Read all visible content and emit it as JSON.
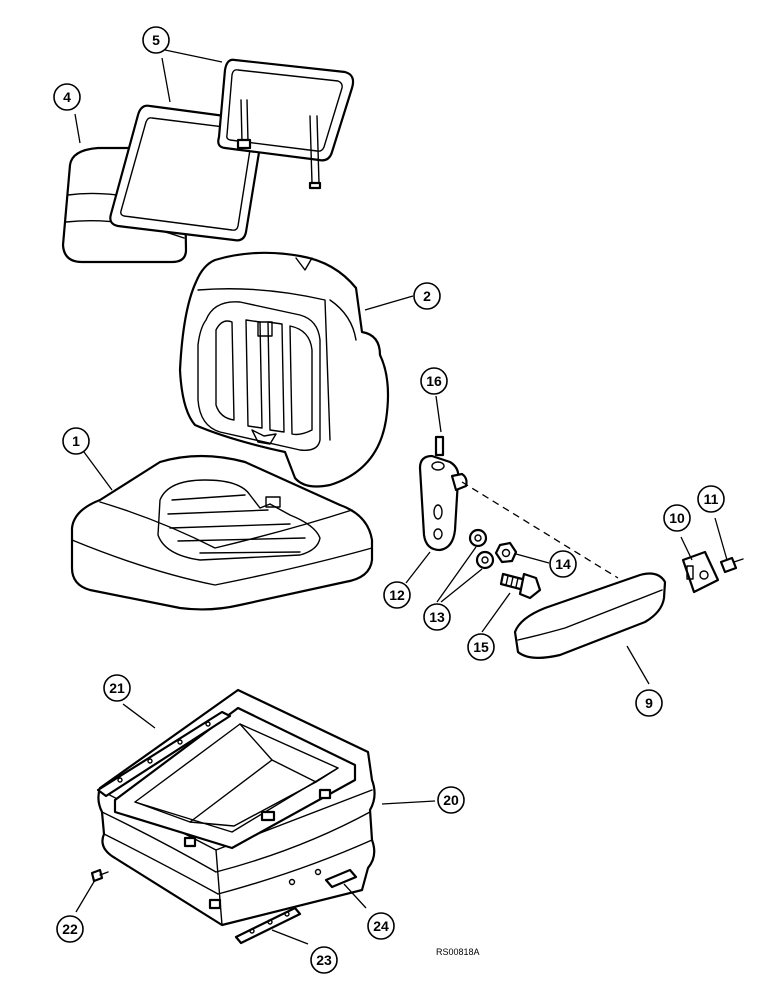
{
  "callouts": [
    "1",
    "2",
    "4",
    "5",
    "9",
    "10",
    "11",
    "12",
    "13",
    "14",
    "15",
    "16",
    "20",
    "21",
    "22",
    "23",
    "24"
  ],
  "reference_code": "RS00818A"
}
